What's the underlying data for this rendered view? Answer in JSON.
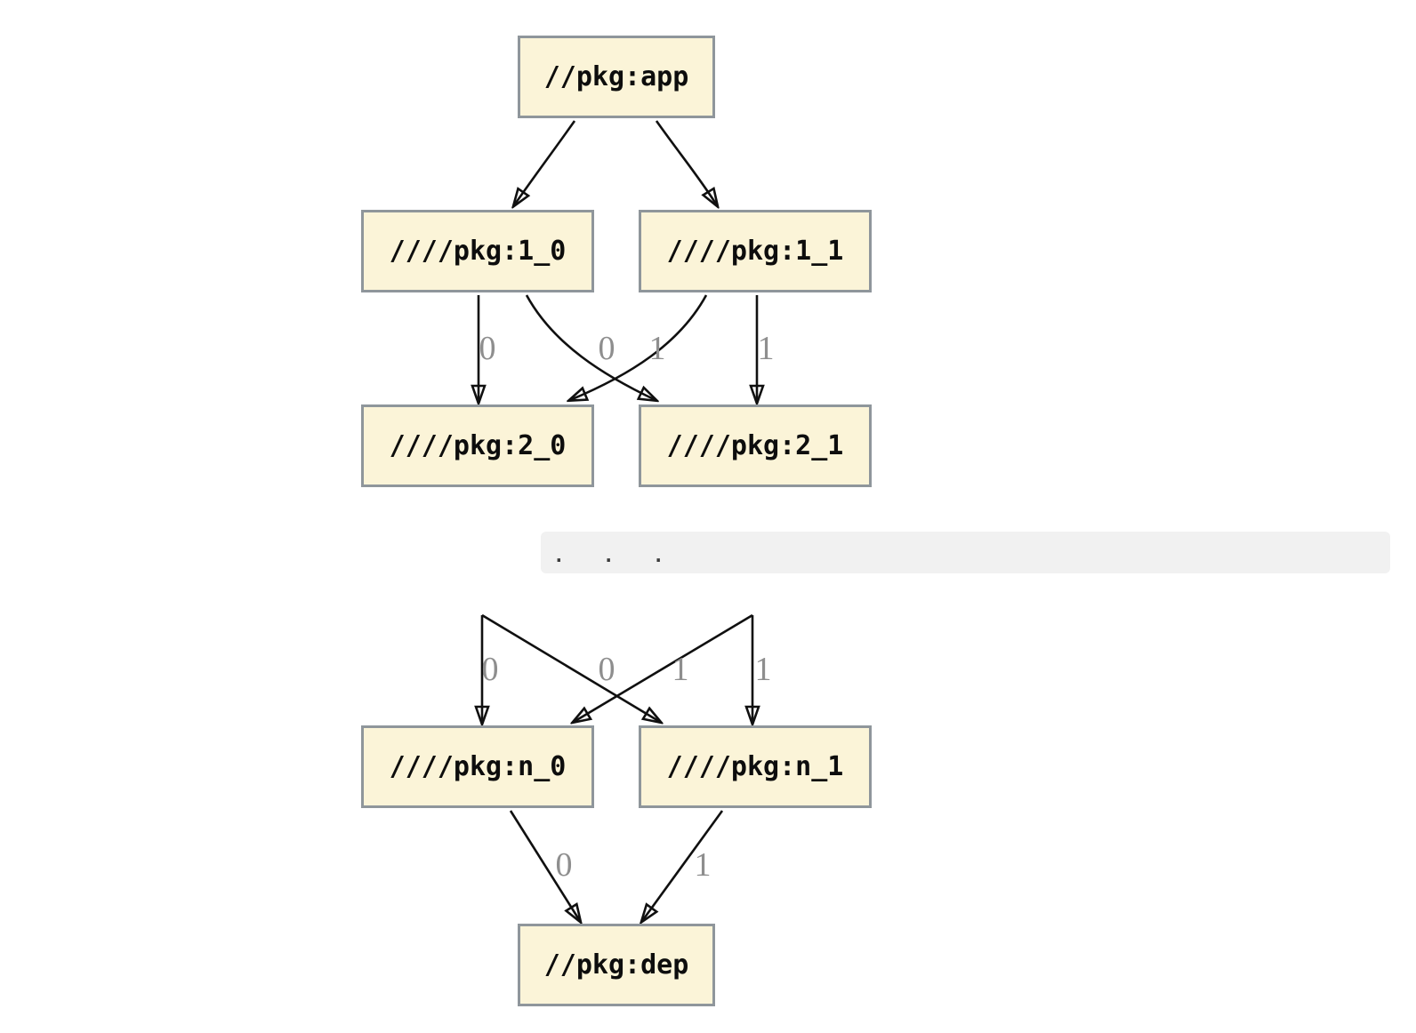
{
  "graph": {
    "background": "#ffffff",
    "node_style": {
      "fill": "#fbf4d8",
      "border": "#8f969b",
      "text_color": "#0d0d0d"
    },
    "edge_style": {
      "color": "#101010",
      "label_color": "#8e8e8e"
    },
    "nodes": {
      "app": {
        "label": "//pkg:app"
      },
      "l1_0": {
        "label": "////pkg:1_0"
      },
      "l1_1": {
        "label": "////pkg:1_1"
      },
      "l2_0": {
        "label": "////pkg:2_0"
      },
      "l2_1": {
        "label": "////pkg:2_1"
      },
      "ln_0": {
        "label": "////pkg:n_0"
      },
      "ln_1": {
        "label": "////pkg:n_1"
      },
      "dep": {
        "label": "//pkg:dep"
      }
    },
    "separator": {
      "label": ".  .  ."
    },
    "edges": [
      {
        "from": "app",
        "to": "l1_0",
        "label": ""
      },
      {
        "from": "app",
        "to": "l1_1",
        "label": ""
      },
      {
        "from": "l1_0",
        "to": "l2_0",
        "label": "0"
      },
      {
        "from": "l1_1",
        "to": "l2_0",
        "label": "0"
      },
      {
        "from": "l1_0",
        "to": "l2_1",
        "label": "1"
      },
      {
        "from": "l1_1",
        "to": "l2_1",
        "label": "1"
      },
      {
        "from": "ellipsis",
        "to": "ln_0",
        "label": "0"
      },
      {
        "from": "ellipsis",
        "to": "ln_0",
        "label": "0"
      },
      {
        "from": "ellipsis",
        "to": "ln_1",
        "label": "1"
      },
      {
        "from": "ellipsis",
        "to": "ln_1",
        "label": "1"
      },
      {
        "from": "ln_0",
        "to": "dep",
        "label": "0"
      },
      {
        "from": "ln_1",
        "to": "dep",
        "label": "1"
      }
    ]
  }
}
